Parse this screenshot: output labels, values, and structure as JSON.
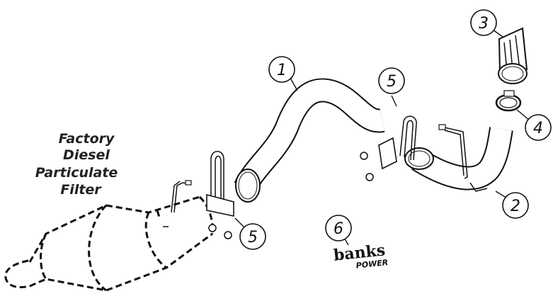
{
  "factory_label": {
    "line1": "Factory",
    "line2": "Diesel",
    "line3": "Particulate",
    "line4": "Filter"
  },
  "callouts": [
    {
      "id": "1",
      "part": "pipe-1"
    },
    {
      "id": "2",
      "part": "pipe-2"
    },
    {
      "id": "3",
      "part": "tip"
    },
    {
      "id": "4",
      "part": "clamp"
    },
    {
      "id": "5",
      "part": "u-bolt-clamp"
    },
    {
      "id": "5",
      "part": "u-bolt-clamp"
    },
    {
      "id": "6",
      "part": "logo-decal"
    }
  ],
  "logo": {
    "main": "banks",
    "sub": "POWER"
  }
}
